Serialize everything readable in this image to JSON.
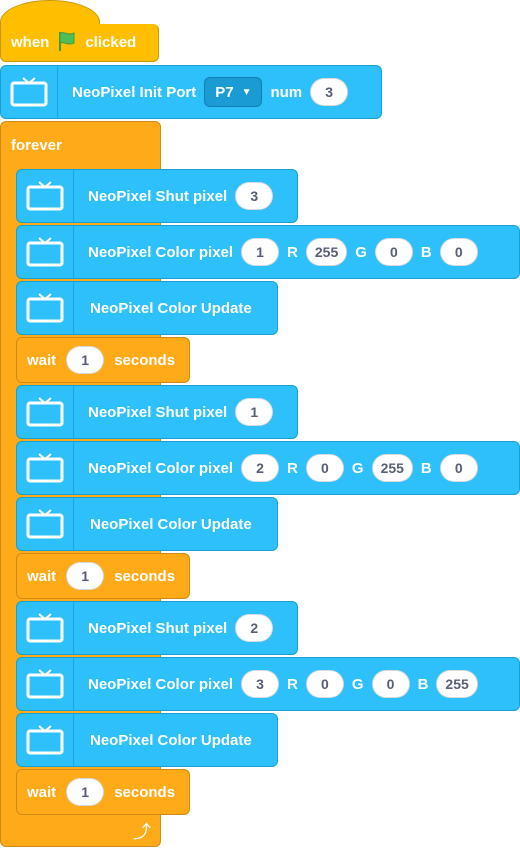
{
  "hat": {
    "when": "when",
    "clicked": "clicked",
    "flag_icon": "green-flag-icon"
  },
  "init": {
    "label": "NeoPixel Init Port",
    "port": "P7",
    "num_label": "num",
    "num": "3"
  },
  "forever": {
    "label": "forever"
  },
  "shut_label": "NeoPixel Shut pixel",
  "color_label": "NeoPixel Color pixel",
  "update_label": "NeoPixel Color Update",
  "r_label": "R",
  "g_label": "G",
  "b_label": "B",
  "wait": {
    "label": "wait",
    "seconds": "seconds"
  },
  "groups": [
    {
      "shut": "3",
      "pixel": "1",
      "r": "255",
      "g": "0",
      "b": "0",
      "wait": "1"
    },
    {
      "shut": "1",
      "pixel": "2",
      "r": "0",
      "g": "255",
      "b": "0",
      "wait": "1"
    },
    {
      "shut": "2",
      "pixel": "3",
      "r": "0",
      "g": "0",
      "b": "255",
      "wait": "1"
    }
  ],
  "colors": {
    "events": "#ffbf00",
    "extension": "#2dc0fb",
    "control": "#ffab19"
  }
}
